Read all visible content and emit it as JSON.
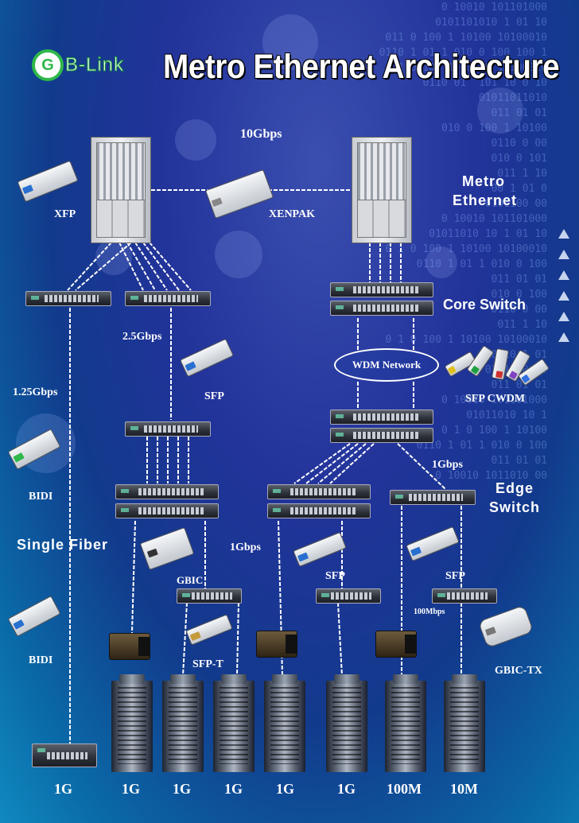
{
  "logo": {
    "text": "B-Link",
    "mark": "G"
  },
  "title": "Metro Ethernet Architecture",
  "labels": {
    "tenG": "10Gbps",
    "xfp": "XFP",
    "xenpak": "XENPAK",
    "metro1": "Metro",
    "metro2": "Ethernet",
    "coreSwitch": "Core Switch",
    "wdm": "WDM Network",
    "sfpCwdm": "SFP CWDM",
    "twoFiveG": "2.5Gbps",
    "sfpTop": "SFP",
    "oneTwentyFiveG": "1.25Gbps",
    "bidiTop": "BIDI",
    "singleFiber": "Single  Fiber",
    "bidiBottom": "BIDI",
    "oneGbpsRight": "1Gbps",
    "edge1": "Edge",
    "edge2": "Switch",
    "gbic": "GBIC",
    "oneGbpsMid": "1Gbps",
    "sfpMid": "SFP",
    "sfpRight": "SFP",
    "hundredMbps": "100Mbps",
    "sfpT": "SFP-T",
    "gbicTx": "GBIC-TX"
  },
  "bottom_labels": [
    "1G",
    "1G",
    "1G",
    "1G",
    "1G",
    "1G",
    "100M",
    "10M"
  ],
  "bits_lines": [
    "0 10010 101101000",
    "0101101010 1 01 10",
    "011 0 100 1 10100 10100010",
    "0110 1 01 1 010 0 100 100 1",
    "0 1 0 100 1 10100 10100010",
    "0110 01  101 10 0 10",
    "01011011010",
    "011 01 01",
    "010 0 100 1 10100",
    "0110 0 00",
    "010 0 101",
    "011 1 10",
    "00 1 01 0",
    "0101100 00",
    "0 10010 101101000",
    "01011010 10 1 01 10",
    "0 1 0 100 1 10100 10100010",
    "0110 1 01 1 010 0 100",
    "011 01 01",
    "010 0 100",
    "0110 0 00",
    "011 1 10",
    "0 1 0 100 1 10100 10100010",
    "0110 1 01",
    "0101100 00",
    "011 01 01",
    "0 10010 101101000",
    "01011010 10 1",
    "0 1 0 100 1 10100",
    "0110 1 01 1 010 0 100",
    "011 01 01",
    "0 10010 1011010 00"
  ],
  "colors": {
    "accent_green": "#2fb84b",
    "line": "#ffffff"
  }
}
